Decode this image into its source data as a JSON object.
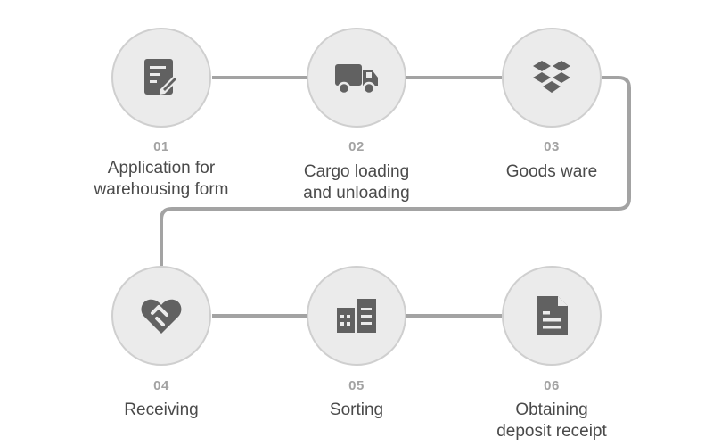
{
  "steps": [
    {
      "number": "01",
      "label_lines": [
        "Application for",
        "warehousing form"
      ],
      "icon": "form-edit-icon"
    },
    {
      "number": "02",
      "label_lines": [
        "Cargo loading",
        "and unloading"
      ],
      "icon": "truck-icon"
    },
    {
      "number": "03",
      "label_lines": [
        "Goods ware"
      ],
      "icon": "boxes-icon"
    },
    {
      "number": "04",
      "label_lines": [
        "Receiving"
      ],
      "icon": "handshake-heart-icon"
    },
    {
      "number": "05",
      "label_lines": [
        "Sorting"
      ],
      "icon": "sorting-building-icon"
    },
    {
      "number": "06",
      "label_lines": [
        "Obtaining",
        "deposit receipt"
      ],
      "icon": "document-receipt-icon"
    }
  ],
  "colors": {
    "circle_fill": "#ebebeb",
    "circle_border": "#cfcfcf",
    "connector": "#a3a3a3",
    "icon": "#616161",
    "number_text": "#a3a3a3",
    "label_text": "#4a4a4a"
  }
}
